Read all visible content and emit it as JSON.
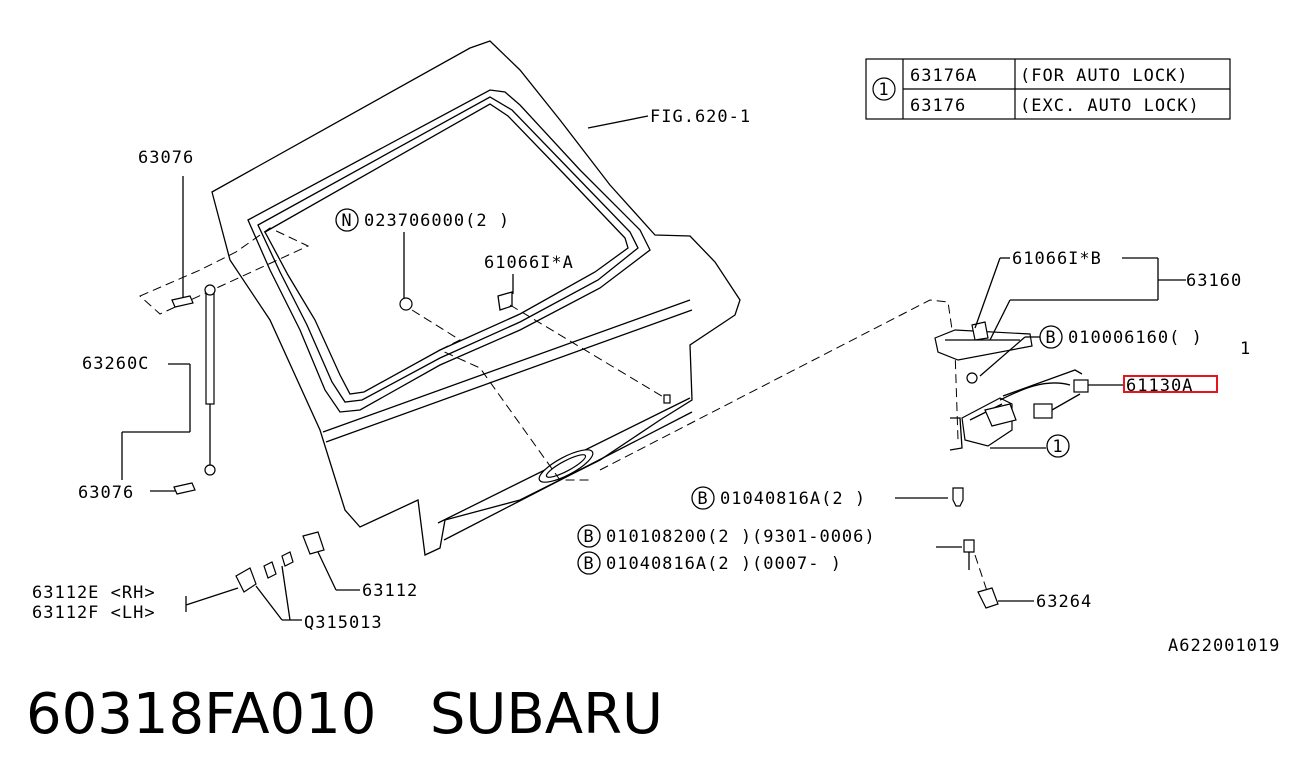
{
  "table": {
    "ref": "1",
    "rows": [
      {
        "part": "63176A",
        "note": "(FOR AUTO LOCK)"
      },
      {
        "part": "63176",
        "note": "(EXC. AUTO LOCK)"
      }
    ]
  },
  "labels": {
    "fig": "FIG.620-1",
    "strut_top": "63076",
    "strut": "63260C",
    "strut_bottom": "63076",
    "nut": "023706000(2 )",
    "nut_mark": "N",
    "clip_a": "61066I*A",
    "clip_b": "61066I*B",
    "handle": "63160",
    "bolt_a": "010006160(   )",
    "bolt_a_mark": "B",
    "bolt_a_suffix": "1",
    "harness": "61130A",
    "latch_ref": "1",
    "bolt_b": "01040816A(2 )",
    "bolt_b_mark": "B",
    "bolt_c": "010108200(2 )(9301-0006)",
    "bolt_c_mark": "B",
    "bolt_d": "01040816A(2 )(0007-     )",
    "bolt_d_mark": "B",
    "striker": "63264",
    "hinge_rh": "63112E <RH>",
    "hinge_lh": "63112F <LH>",
    "hinge_cover": "63112",
    "hinge_bolt": "Q315013",
    "diagram_code": "A622001019"
  },
  "footer": {
    "part_number": "60318FA010",
    "brand": "SUBARU"
  },
  "colors": {
    "highlight": "#e8141c",
    "ink": "#000000"
  }
}
